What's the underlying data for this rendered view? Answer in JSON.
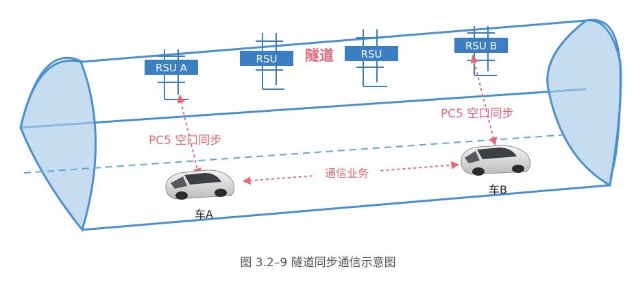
{
  "diagram": {
    "rsu_labels": [
      "RSU A",
      "RSU",
      "RSU",
      "RSU B"
    ],
    "tunnel_label": "隧道",
    "pc5_left": "PC5 空口同步",
    "pc5_right": "PC5 空口同步",
    "comm_label": "通信业务",
    "car_a": "车A",
    "car_b": "车B"
  },
  "caption": "图 3.2–9 隧道同步通信示意图",
  "colors": {
    "tunnel_line": "#4a8fce",
    "tunnel_fill": "#a7c9ea",
    "rsu_fill": "#3a7ec4",
    "pink": "#e26a7c",
    "dash_blue": "#62a3d8"
  }
}
